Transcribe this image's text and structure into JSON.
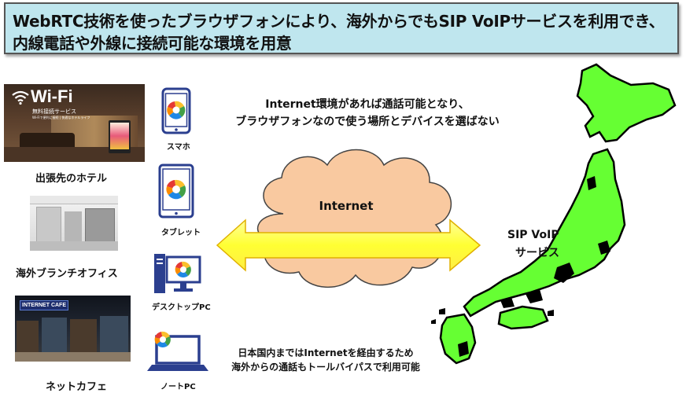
{
  "title": {
    "line1": "WebRTC技術を使ったブラウザフォンにより、海外からでもSIP VoIPサービスを利用でき、",
    "line2": "内線電話や外線に接続可能な環境を用意"
  },
  "locations": [
    {
      "caption": "出張先のホテル",
      "photo_text": {
        "wifi": "Wi-Fi",
        "sub1": "無料接続サービス",
        "sub2": "Wi-Fiで便利に接続 | 快適なホテルライフ"
      }
    },
    {
      "caption": "海外ブランチオフィス"
    },
    {
      "caption": "ネットカフェ",
      "photo_text": {
        "sign": "INTERNET CAFE"
      }
    }
  ],
  "devices": [
    {
      "label": "スマホ",
      "icon": "smartphone-icon"
    },
    {
      "label": "タブレット",
      "icon": "tablet-icon"
    },
    {
      "label": "デスクトップPC",
      "icon": "desktop-pc-icon"
    },
    {
      "label": "ノートPC",
      "icon": "laptop-icon"
    }
  ],
  "top_note": {
    "line1": "Internet環境があれば通話可能となり、",
    "line2": "ブラウザフォンなので使う場所とデバイスを選ばない"
  },
  "cloud_label": "Internet",
  "service_label": {
    "line1": "SIP VoIP",
    "line2": "サービス"
  },
  "bottom_note": {
    "line1": "日本国内まではInternetを経由するため",
    "line2": "海外からの通話もトールバイパスで利用可能"
  },
  "colors": {
    "title_bg": "#bfe6ee",
    "arrow_fill": "#ffff66",
    "arrow_stroke": "#e0b000",
    "cloud_fill": "#f9c9a0",
    "cloud_stroke": "#444444",
    "map_green": "#66ff33",
    "device_blue": "#2b3f8f"
  }
}
